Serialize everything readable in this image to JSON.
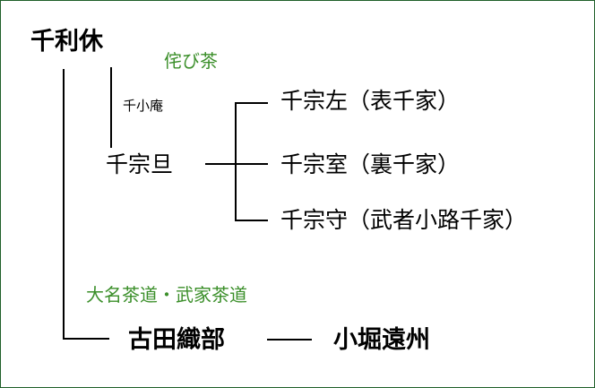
{
  "diagram": {
    "nodes": {
      "rikyu": "千利休",
      "wabicha_label": "侘び茶",
      "shoan": "千小庵",
      "sotan": "千宗旦",
      "sosa": "千宗左（表千家）",
      "soshitsu": "千宗室（裏千家）",
      "soshu": "千宗守（武者小路千家）",
      "daimyo_label": "大名茶道・武家茶道",
      "oribe": "古田織部",
      "enshu": "小堀遠州"
    },
    "colors": {
      "frame": "#1f5f2a",
      "accent_label": "#3b8f2a",
      "text": "#000000"
    }
  }
}
